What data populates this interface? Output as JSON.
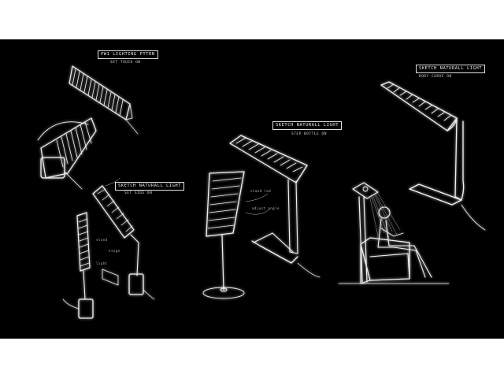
{
  "colors": {
    "background": "#000000",
    "frame": "#ffffff",
    "line": "#f2f2f2"
  },
  "labels": {
    "lamp1_title": "PW1 LIGHTING PTTRN",
    "lamp1_sub": "SET TOUCH ON",
    "lamp2_title": "SKETCH NATURALL LIGHT",
    "lamp2_sub": "SET SIDE ON",
    "lamp3_title": "SKETCH NATURALL LIGHT",
    "lamp3_sub": "STEP BOTTLE ON",
    "lamp4_title": "SKETCH NATURALL LIGHT",
    "lamp4_sub": "BODY CURVE ON",
    "note_a": "stand led",
    "note_b": "adjust angle",
    "note_c": "stand",
    "note_d": "hinge",
    "note_e": "light"
  }
}
